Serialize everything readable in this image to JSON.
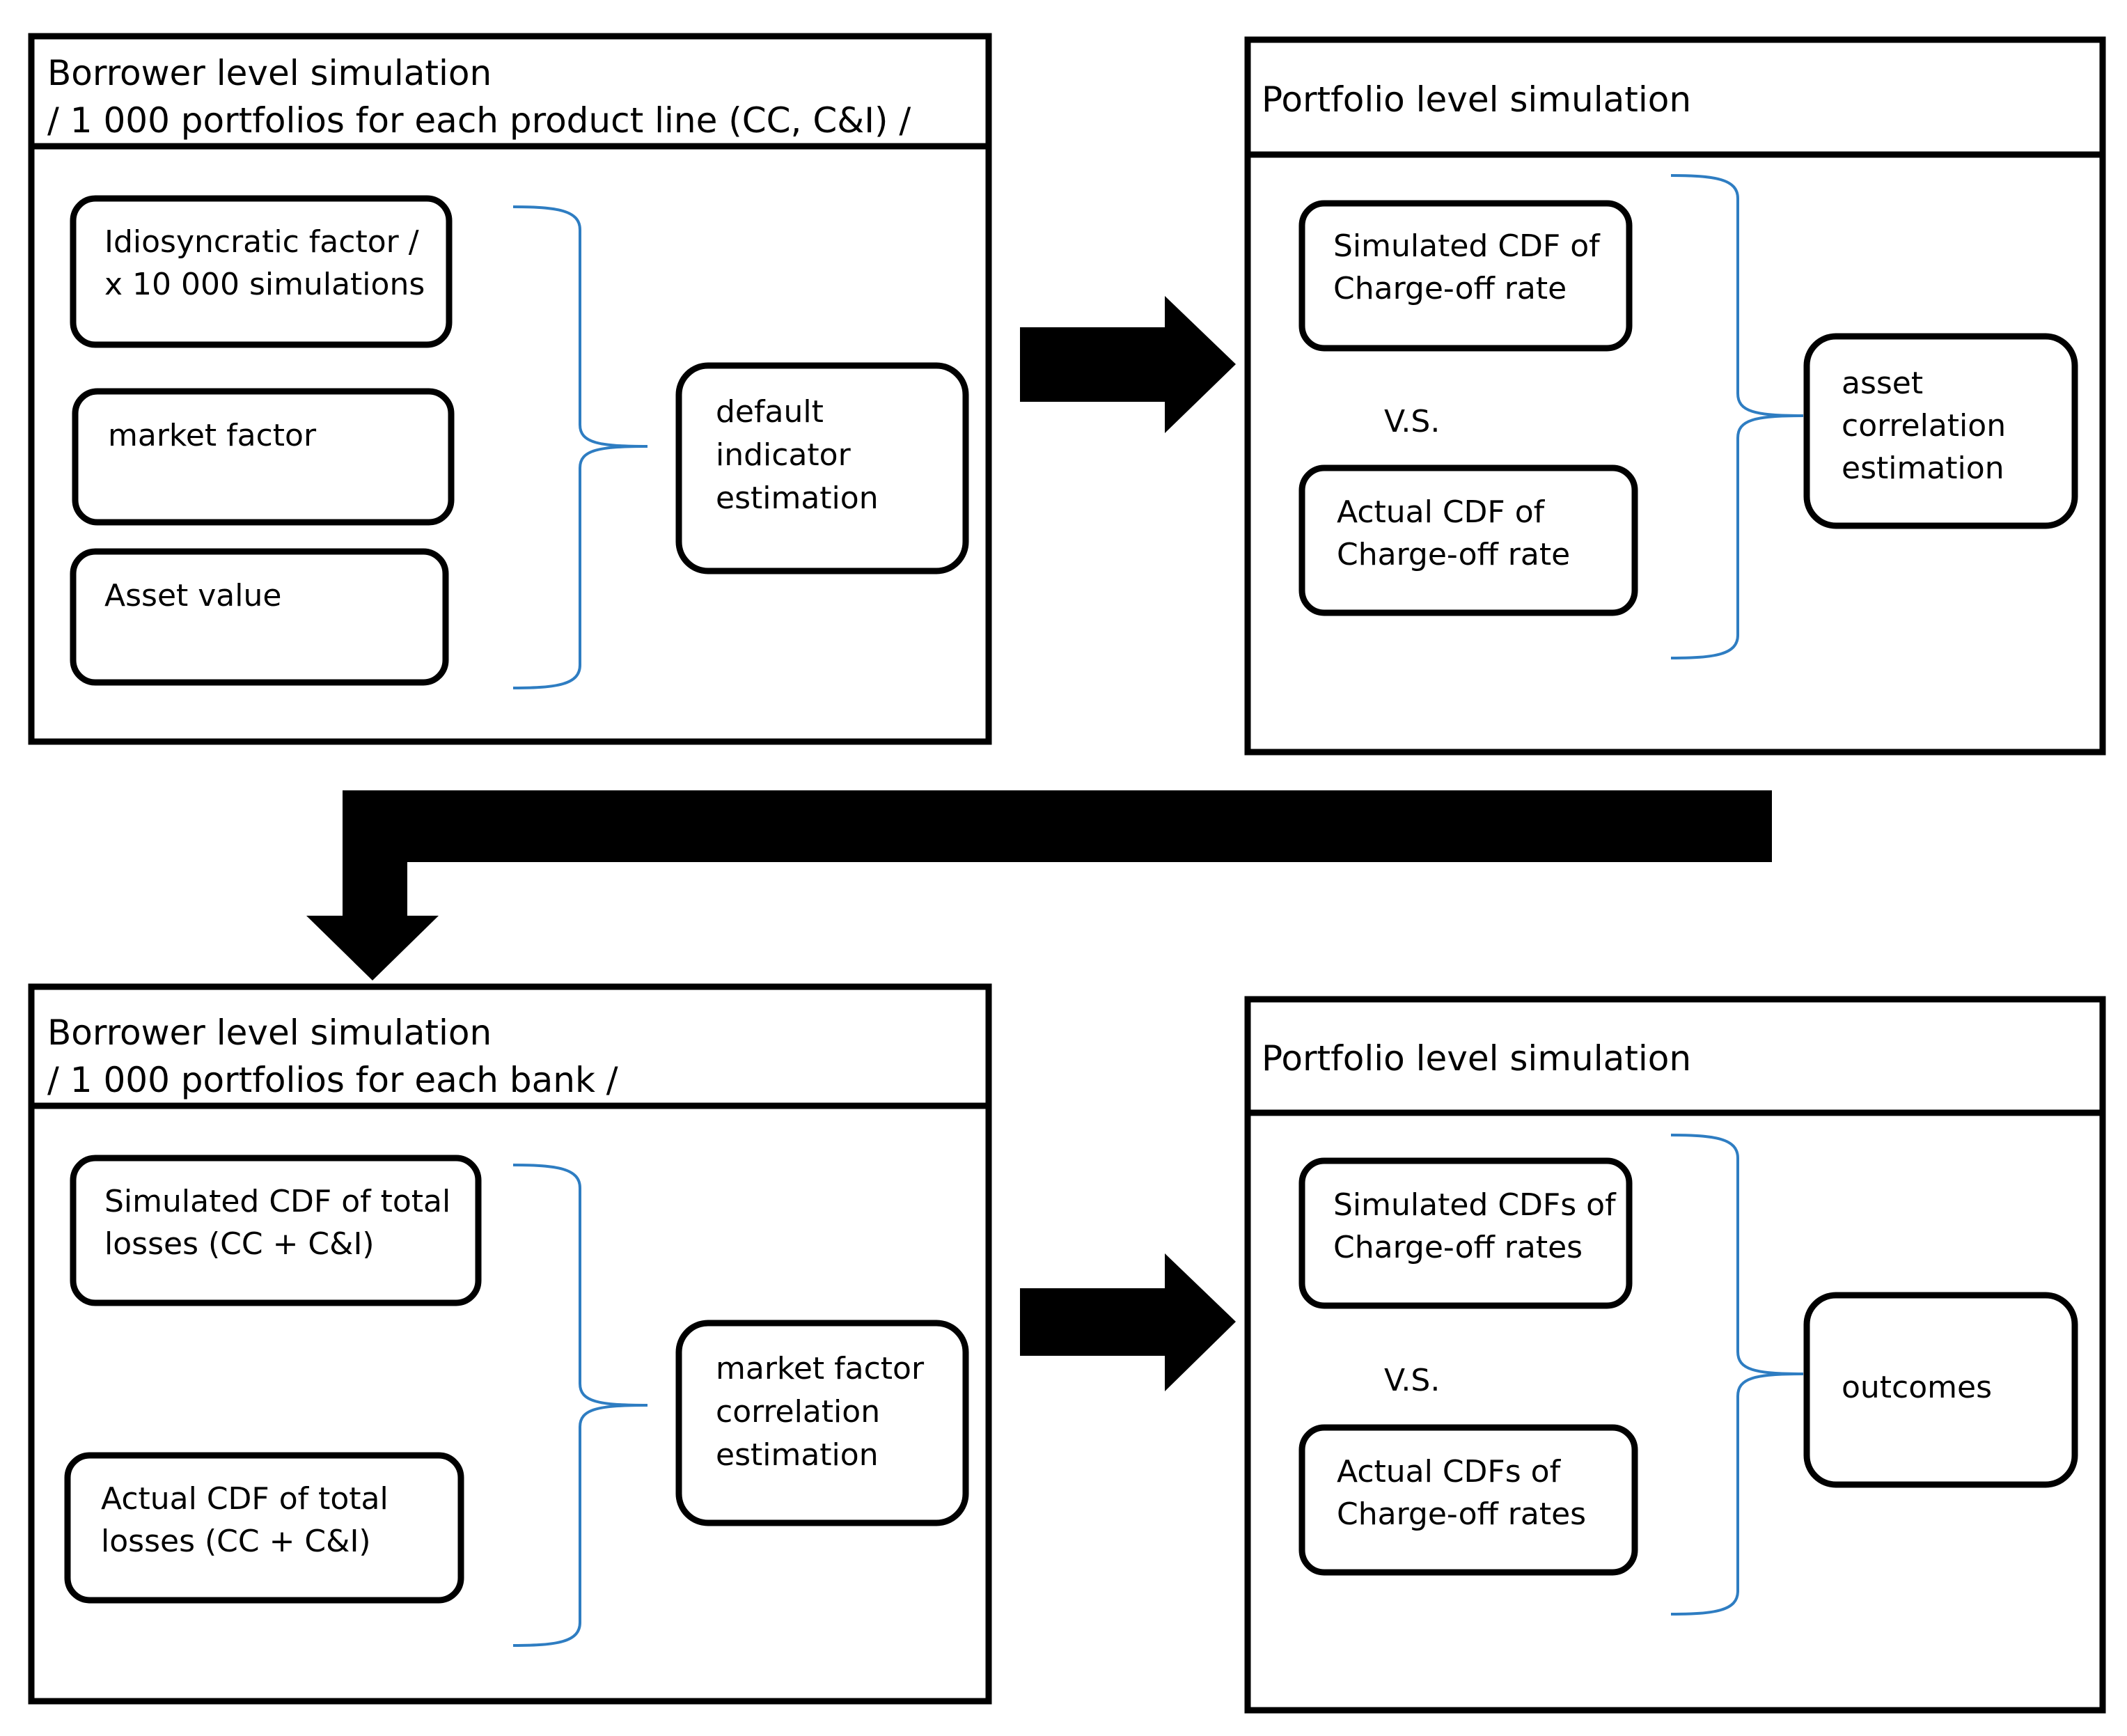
{
  "colors": {
    "line": "#000000",
    "brace": "#2E7DC2",
    "background": "#ffffff"
  },
  "top_left": {
    "header_line1": "Borrower level simulation",
    "header_line2": "/ 1 000 portfolios for each product line (CC, C&I) /",
    "inputs": [
      {
        "lines": [
          "Idiosyncratic  factor /",
          "x 10 000 simulations"
        ]
      },
      {
        "lines": [
          "market factor"
        ]
      },
      {
        "lines": [
          "Asset value"
        ]
      }
    ],
    "output": {
      "lines": [
        "default",
        "indicator",
        "estimation"
      ]
    }
  },
  "top_right": {
    "header": "Portfolio level simulation",
    "simulated": {
      "lines": [
        "Simulated CDF of",
        "Charge-off rate"
      ]
    },
    "vs": "V.S.",
    "actual": {
      "lines": [
        "Actual CDF of",
        "Charge-off rate"
      ]
    },
    "output": {
      "lines": [
        "asset",
        "correlation",
        "estimation"
      ]
    }
  },
  "bottom_left": {
    "header_line1": "Borrower level simulation",
    "header_line2": "/ 1 000 portfolios for each bank /",
    "inputs": [
      {
        "lines": [
          "Simulated CDF of total",
          "losses (CC + C&I)"
        ]
      },
      {
        "lines": [
          "Actual CDF of total",
          "losses (CC + C&I)"
        ]
      }
    ],
    "output": {
      "lines": [
        "market factor",
        "correlation",
        "estimation"
      ]
    }
  },
  "bottom_right": {
    "header": "Portfolio level simulation",
    "simulated": {
      "lines": [
        "Simulated CDFs of",
        "Charge-off rates"
      ]
    },
    "vs": "V.S.",
    "actual": {
      "lines": [
        "Actual CDFs of",
        "Charge-off rates"
      ]
    },
    "output": {
      "lines": [
        "outcomes"
      ]
    }
  }
}
